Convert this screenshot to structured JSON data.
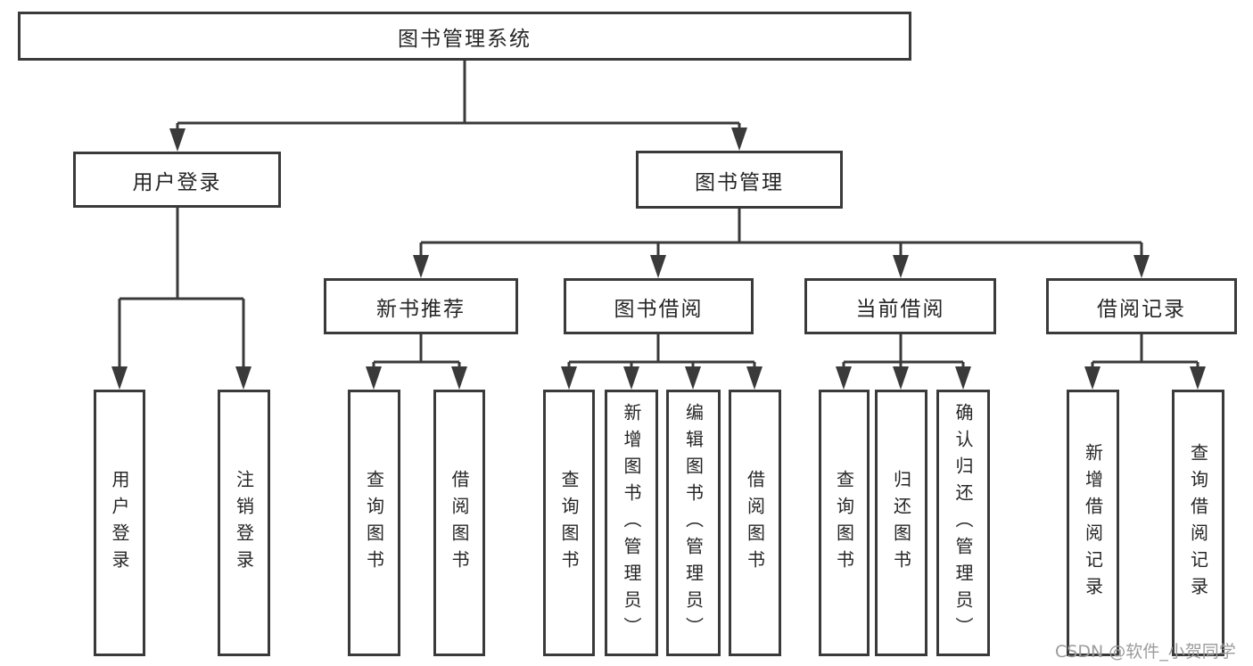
{
  "diagram": {
    "root": {
      "label": "图书管理系统"
    },
    "level2": [
      {
        "label": "用户登录"
      },
      {
        "label": "图书管理"
      }
    ],
    "level3": [
      {
        "label": "新书推荐"
      },
      {
        "label": "图书借阅"
      },
      {
        "label": "当前借阅"
      },
      {
        "label": "借阅记录"
      }
    ],
    "leaves": {
      "user_login": [
        "用户登录",
        "注销登录"
      ],
      "new_book": [
        "查询图书",
        "借阅图书"
      ],
      "book_borrow": [
        "查询图书",
        "新增图书（管理员）",
        "编辑图书（管理员）",
        "借阅图书"
      ],
      "current_borrow": [
        "查询图书",
        "归还图书",
        "确认归还（管理员）"
      ],
      "borrow_record": [
        "新增借阅记录",
        "查询借阅记录"
      ]
    }
  },
  "watermark": "CSDN @软件_小贺同学",
  "colors": {
    "line": "#3a3a3a",
    "text": "#262626",
    "watermark": "#9c9c9c",
    "background": "#ffffff"
  }
}
